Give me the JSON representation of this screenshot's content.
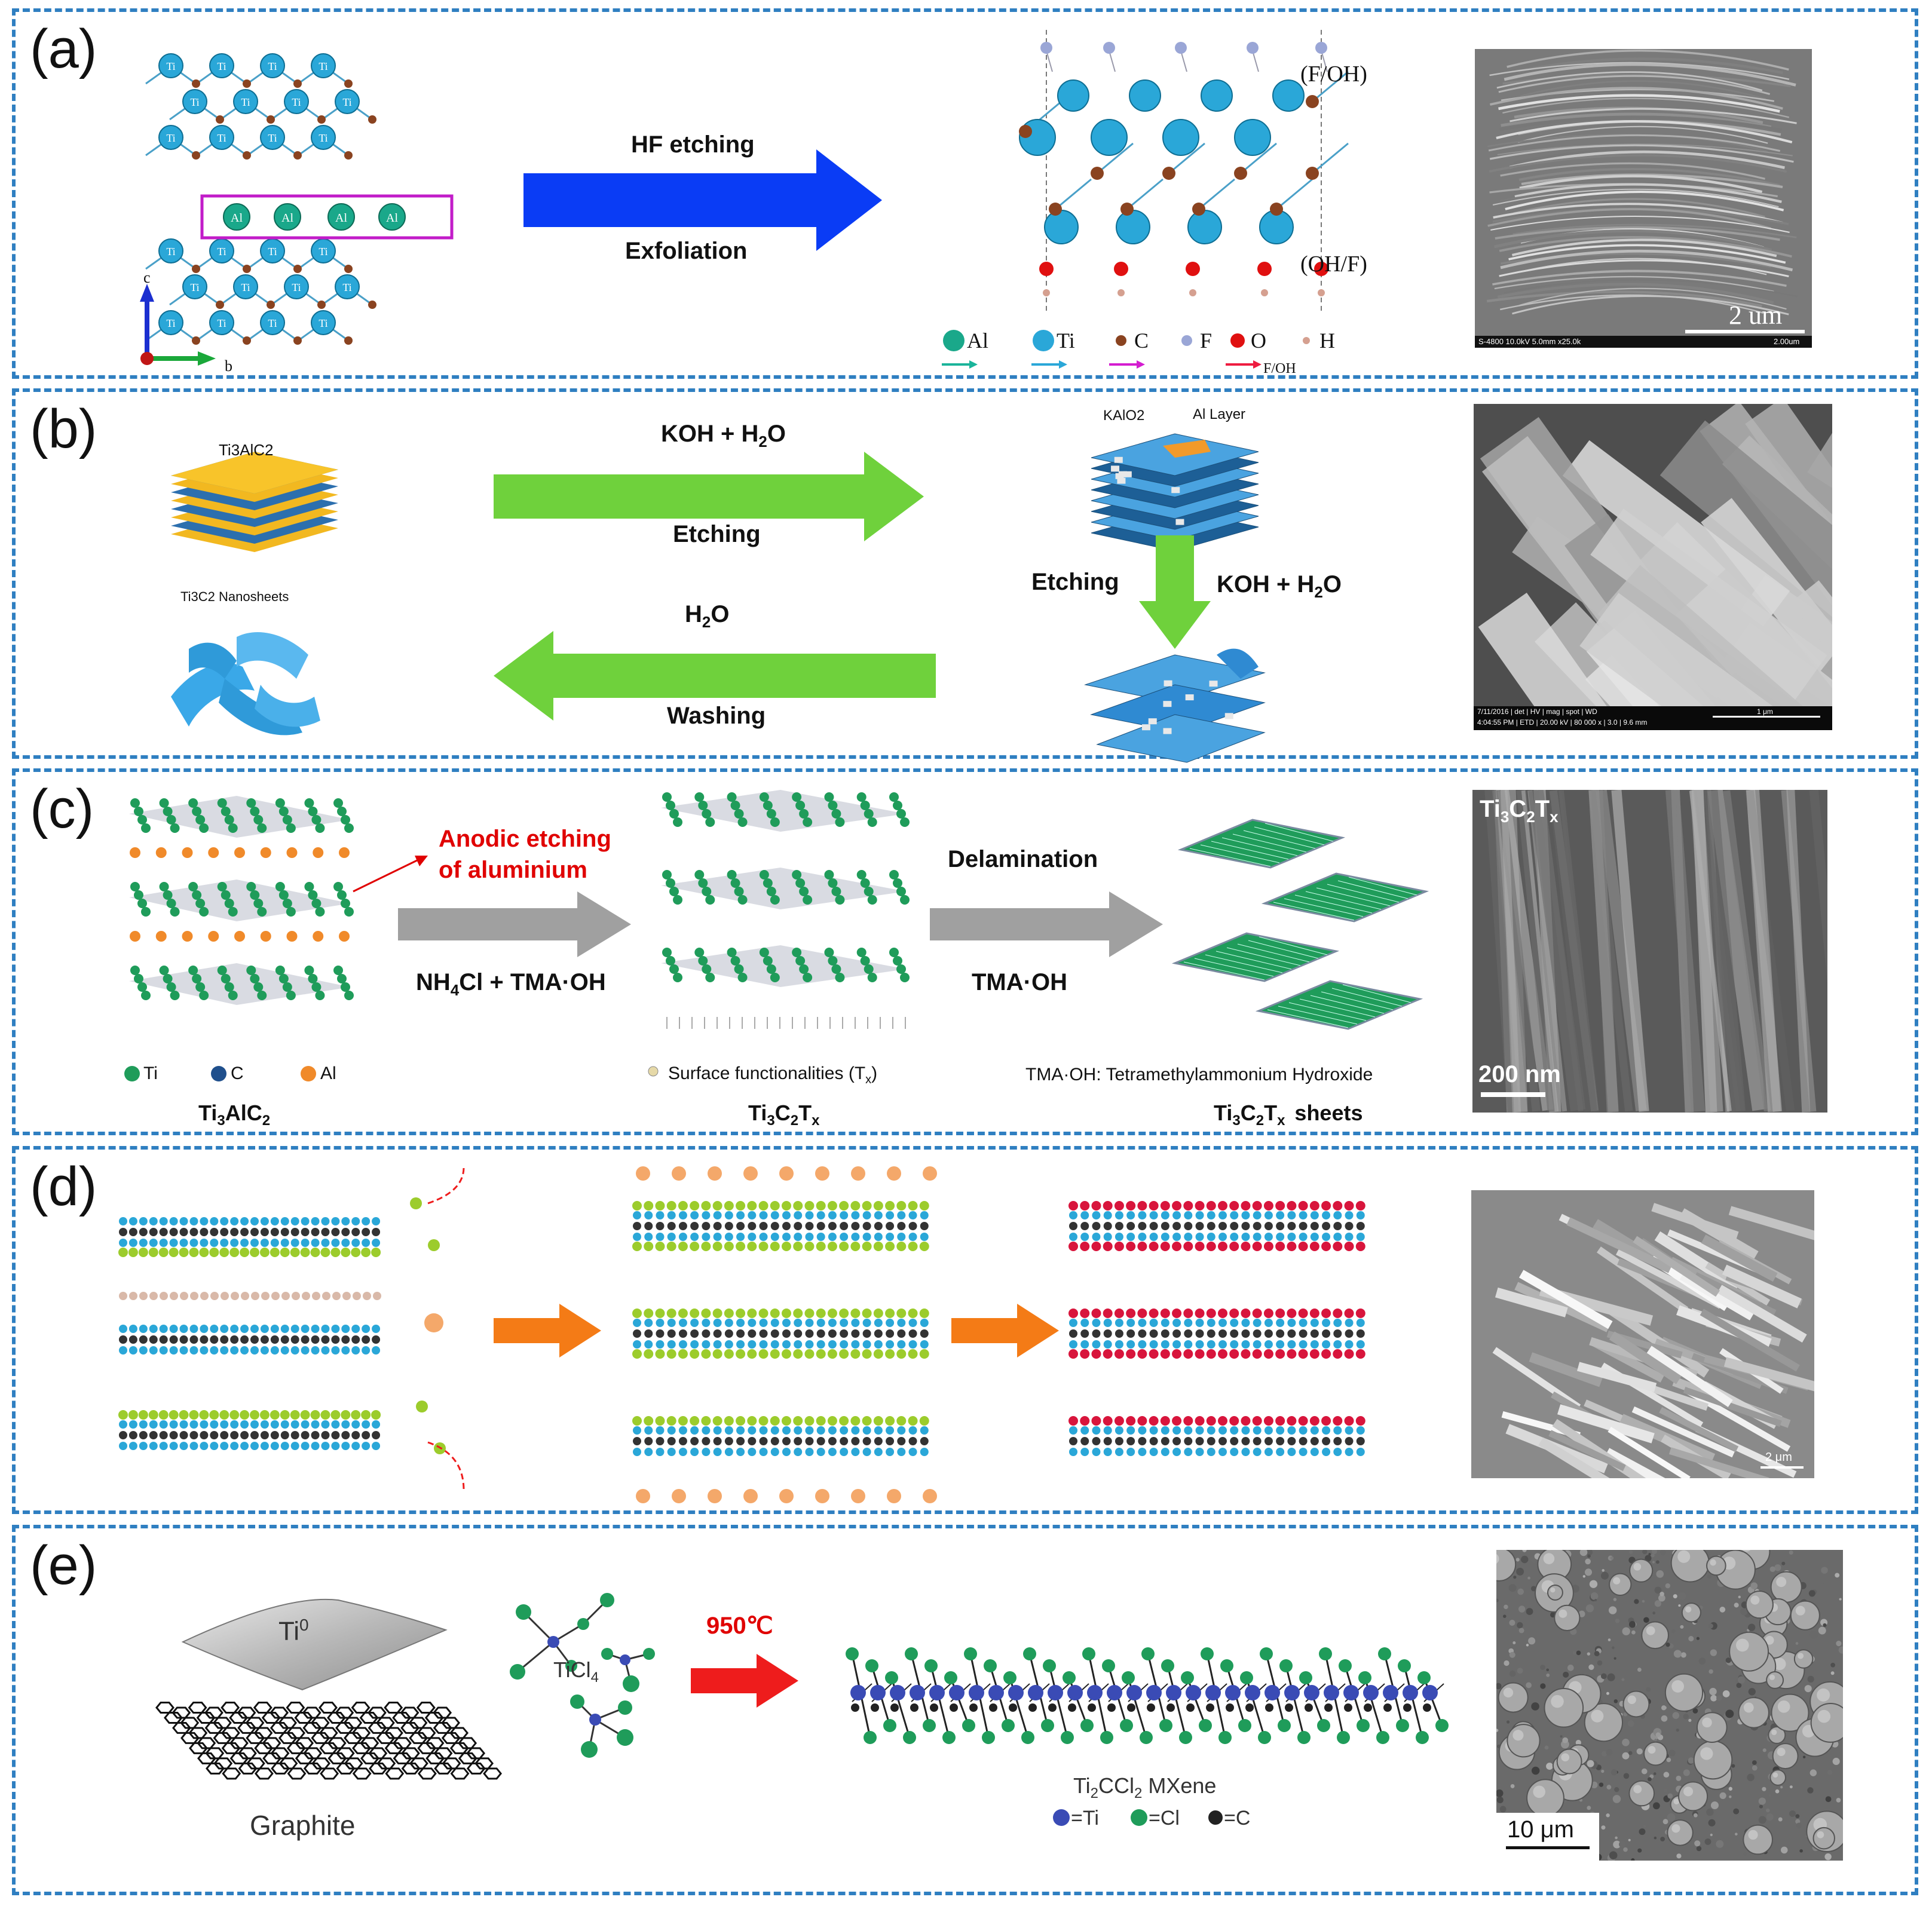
{
  "panels": {
    "a": {
      "label": "(a)",
      "arrow_top": "HF etching",
      "arrow_bottom": "Exfoliation",
      "al_layer": "Al",
      "atom_ti": "Ti",
      "term_top": "(F/OH)",
      "term_bottom": "(OH/F)",
      "axis_c": "c",
      "axis_b": "b",
      "legend": [
        "Al",
        "Ti",
        "C",
        "F",
        "O",
        "H"
      ],
      "legend_sub": "F/OH",
      "scale": "2 um",
      "sem_footer": "S-4800 10.0kV 5.0mm x25.0k",
      "sem_footer_scale": "2.00um"
    },
    "b": {
      "label": "(b)",
      "material": "Ti3AlC2",
      "nanosheets": "Ti3C2 Nanosheets",
      "arrow1_top": "KOH + H",
      "arrow1_top_sub": "2",
      "arrow1_top_end": "O",
      "arrow1_bottom": "Etching",
      "kalo2": "KAlO2",
      "al_layer": "Al Layer",
      "down_left": "Etching",
      "down_right": "KOH + H",
      "down_right_sub": "2",
      "down_right_end": "O",
      "arrow2_top": "H",
      "arrow2_top_sub": "2",
      "arrow2_top_end": "O",
      "arrow2_bottom": "Washing",
      "sem_footer": "7/11/2016 | det | HV | mag | spot | WD",
      "sem_footer2": "4:04:55 PM | ETD | 20.00 kV | 80 000 x | 3.0 | 9.6 mm",
      "sem_scale": "1 μm"
    },
    "c": {
      "label": "(c)",
      "anodic": "Anodic etching",
      "anodic2": "of aluminium",
      "arrow1_bottom_a": "NH",
      "arrow1_bottom_sub": "4",
      "arrow1_bottom_b": "Cl + TMA·OH",
      "arrow2_top": "Delamination",
      "arrow2_bottom": "TMA·OH",
      "legend_ti": "Ti",
      "legend_c": "C",
      "legend_al": "Al",
      "surface": "Surface functionalities (T",
      "surface_sub": "x",
      "surface_end": ")",
      "tma_def": "TMA·OH: Tetramethylammonium Hydroxide",
      "cap1": "Ti",
      "cap1_s1": "3",
      "cap1_m": "AlC",
      "cap1_s2": "2",
      "cap2": "Ti",
      "cap2_s1": "3",
      "cap2_m": "C",
      "cap2_s2": "2",
      "cap2_e": "T",
      "cap2_s3": "x",
      "cap3_end": "sheets",
      "sem_title": "Ti",
      "sem_title_s1": "3",
      "sem_title_m": "C",
      "sem_title_s2": "2",
      "sem_title_e": "T",
      "sem_title_s3": "x",
      "sem_scale": "200 nm"
    },
    "d": {
      "label": "(d)",
      "sem_scale": "2 μm"
    },
    "e": {
      "label": "(e)",
      "ti0": "Ti",
      "ti0_sup": "0",
      "graphite": "Graphite",
      "ticl4": "TiCl",
      "ticl4_sub": "4",
      "temp": "950℃",
      "mxene": "Ti",
      "mxene_sub1": "2",
      "mxene_m": "CCl",
      "mxene_sub2": "2",
      "mxene_end": " MXene",
      "legend_ti": "=Ti",
      "legend_cl": "=Cl",
      "legend_c": "=C",
      "sem_scale": "10 μm"
    }
  },
  "colors": {
    "panel_border": "#2f7fc1",
    "hf_arrow": "#0a3cf5",
    "koh_arrow": "#6fd13c",
    "gray_arrow": "#a0a0a0",
    "orange_arrow": "#f47b16",
    "red_arrow": "#ee1c1c",
    "anodic_text": "#e00000",
    "ti_atom": "#2aa7d8",
    "c_atom": "#8a4320",
    "al_atom": "#1aa88a",
    "green_atom": "#1f9c5a",
    "blue_atom": "#3a4bb5"
  }
}
